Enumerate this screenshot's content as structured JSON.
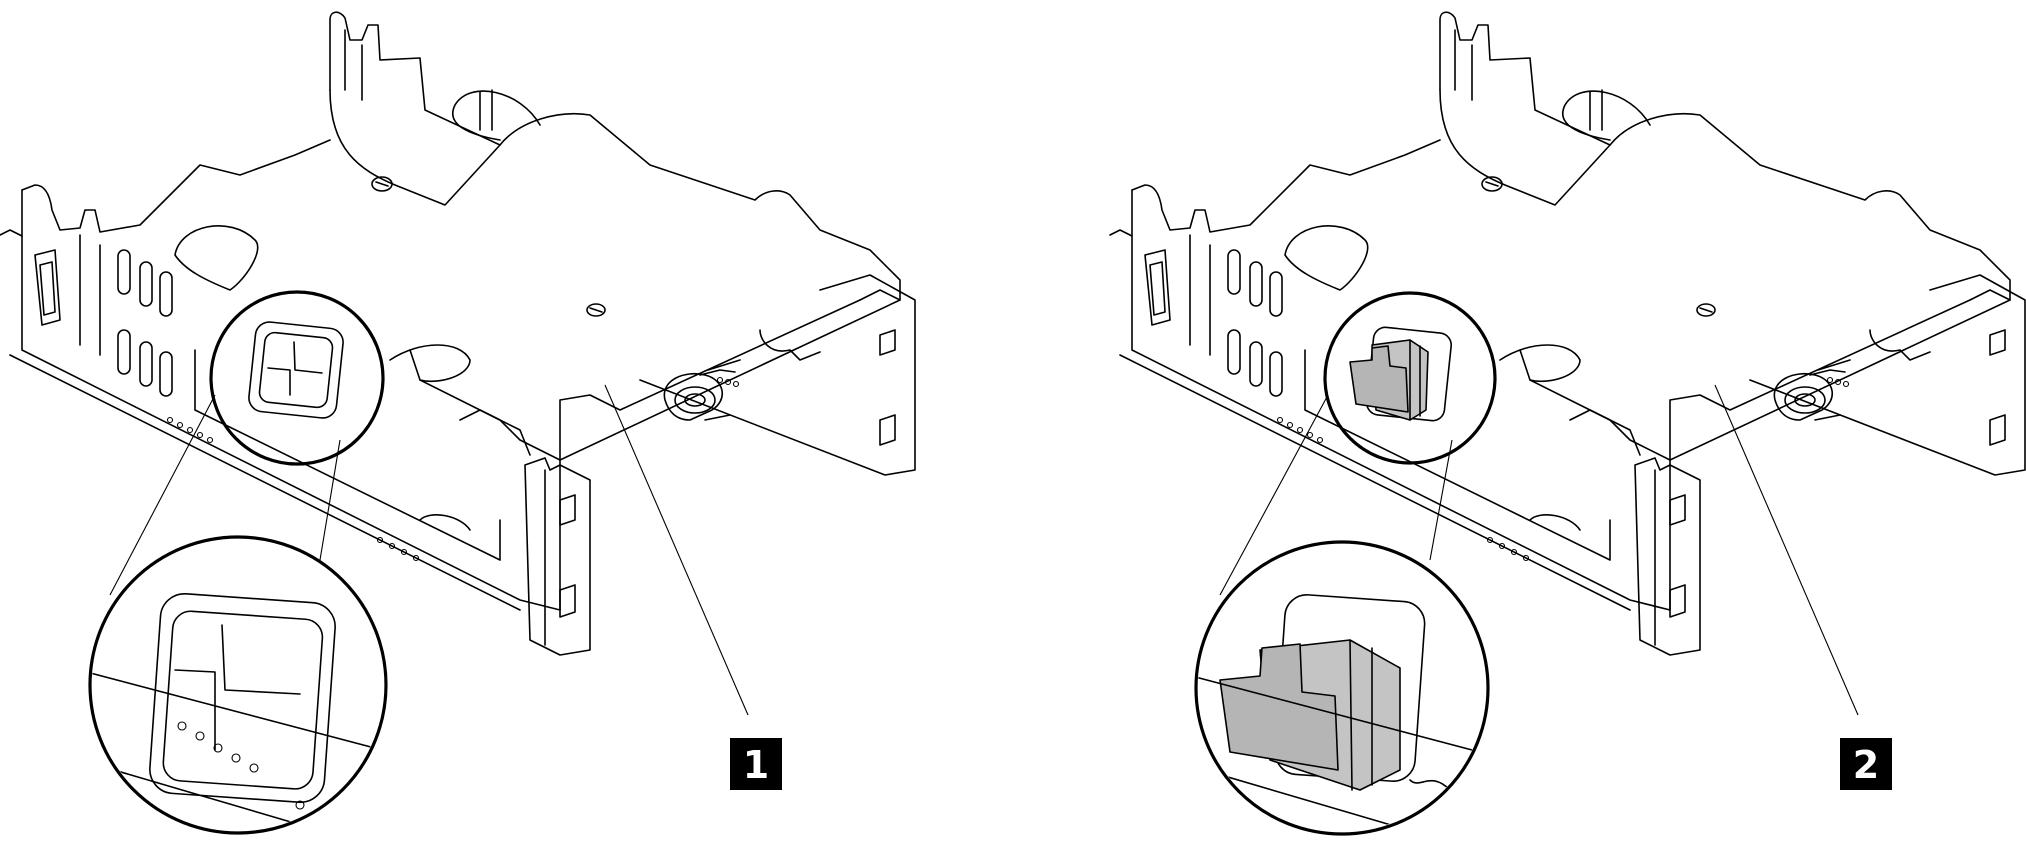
{
  "callouts": [
    {
      "id": "1",
      "label": "1",
      "state": "latch-unlocked"
    },
    {
      "id": "2",
      "label": "2",
      "state": "latch-locked"
    }
  ],
  "colors": {
    "line": "#000000",
    "latch_fill": "#b5b5b5",
    "badge_bg": "#000000",
    "badge_text": "#ffffff"
  }
}
